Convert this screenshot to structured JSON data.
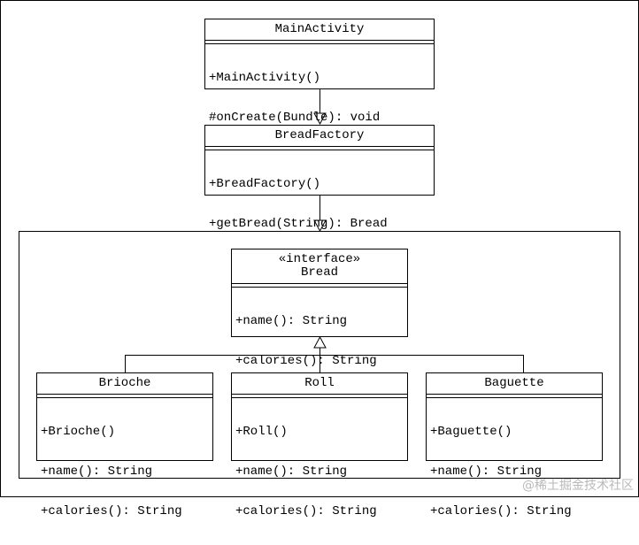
{
  "classes": {
    "main_activity": {
      "name": "MainActivity",
      "operations": [
        "+MainActivity()",
        "#onCreate(Bundle): void"
      ]
    },
    "bread_factory": {
      "name": "BreadFactory",
      "operations": [
        "+BreadFactory()",
        "+getBread(String): Bread"
      ]
    },
    "bread": {
      "stereotype": "«interface»",
      "name": "Bread",
      "operations": [
        "+name(): String",
        "+calories(): String"
      ]
    },
    "brioche": {
      "name": "Brioche",
      "operations": [
        "+Brioche()",
        "+name(): String",
        "+calories(): String"
      ]
    },
    "roll": {
      "name": "Roll",
      "operations": [
        "+Roll()",
        "+name(): String",
        "+calories(): String"
      ]
    },
    "baguette": {
      "name": "Baguette",
      "operations": [
        "+Baguette()",
        "+name(): String",
        "+calories(): String"
      ]
    }
  },
  "watermark": "@稀土掘金技术社区"
}
